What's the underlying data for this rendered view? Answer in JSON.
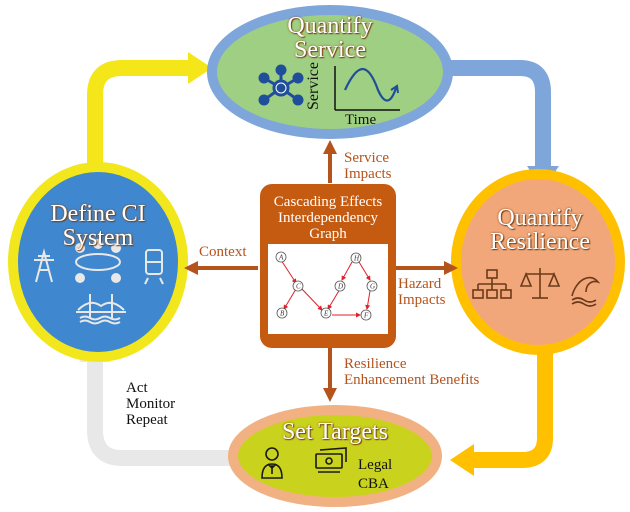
{
  "nodes": {
    "quantify_service": {
      "title_line1": "Quantify",
      "title_line2": "Service",
      "fill": "#9fcf82",
      "ring": "#7fa6da"
    },
    "define_ci": {
      "title_line1": "Define CI",
      "title_line2": "System",
      "fill": "#3f87cf",
      "ring": "#f2e71c"
    },
    "quantify_resilience": {
      "title_line1": "Quantify",
      "title_line2": "Resilience",
      "fill": "#f2a77b",
      "ring": "#ffc000"
    },
    "set_targets": {
      "title": "Set Targets",
      "fill": "#c9d21c",
      "ring": "#f2b183",
      "legal": "Legal",
      "cba": "CBA"
    }
  },
  "graph_panel": {
    "title_line1": "Cascading Effects",
    "title_line2": "Interdependency",
    "title_line3": "Graph",
    "fill": "#c55a11",
    "node_labels": [
      "A",
      "B",
      "C",
      "D",
      "E",
      "F",
      "G",
      "H"
    ]
  },
  "service_plot": {
    "ylabel": "Service",
    "xlabel": "Time"
  },
  "arrow_labels": {
    "service_impacts_1": "Service",
    "service_impacts_2": "Impacts",
    "context": "Context",
    "hazard_1": "Hazard",
    "hazard_2": "Impacts",
    "resilience_1": "Resilience",
    "resilience_2": "Enhancement Benefits"
  },
  "cycle_note": {
    "line1": "Act",
    "line2": "Monitor",
    "line3": "Repeat"
  },
  "colors": {
    "arrow_yellow": "#f5e61a",
    "arrow_blue": "#7fa6da",
    "arrow_orange": "#ffc000",
    "arrow_gray": "#e8e8e8",
    "arrow_brown": "#b5531c"
  },
  "icons": [
    "network-node-icon",
    "power-tower-icon",
    "meeting-people-icon",
    "train-icon",
    "bridge-icon",
    "org-chart-icon",
    "balance-scale-icon",
    "wave-icon",
    "person-icon",
    "money-icon"
  ]
}
